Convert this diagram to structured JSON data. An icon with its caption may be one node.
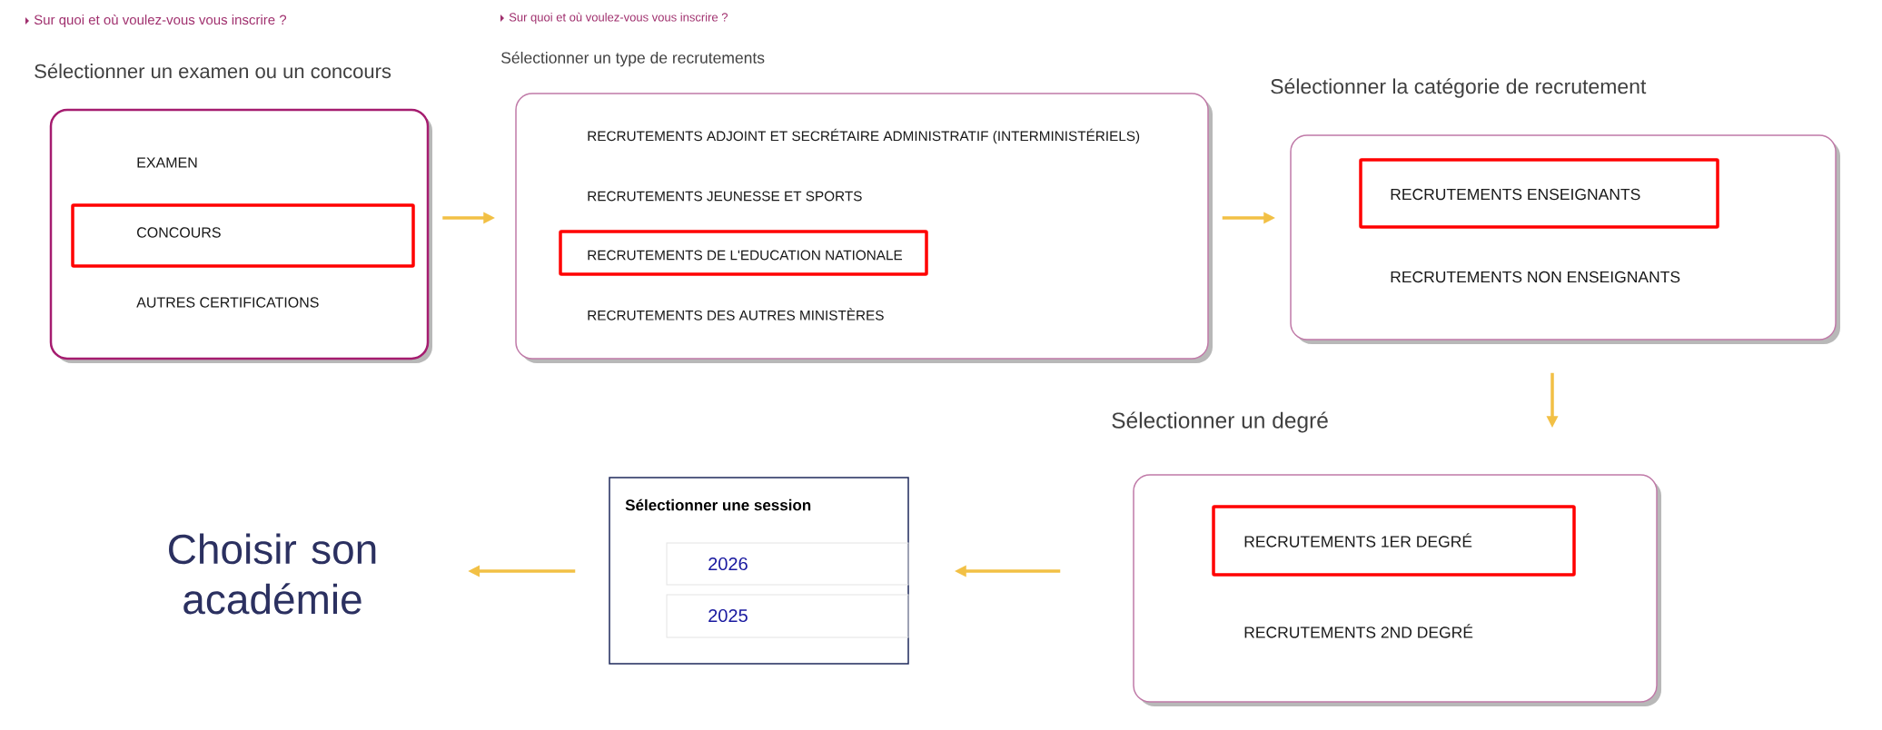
{
  "diagram": {
    "nodes": [
      {
        "text": [
          "Sélectionner un examen ou un concours"
        ]
      },
      {
        "text": [
          "EXAMEN"
        ],
        "in": 0
      },
      {
        "text": [
          "CONCOURS"
        ],
        "in": 0
      },
      {
        "text": [
          "AUTRES CERTIFICATIONS"
        ],
        "in": 0
      },
      {
        "text": [
          "Sélectionner un type de recrutements"
        ]
      },
      {
        "text": [
          "RECRUTEMENTS ADJOINT ET SECRÉTAIRE ADMINISTRATIF (INTERMINISTÉRIELS)"
        ],
        "in": 4
      },
      {
        "text": [
          "RECRUTEMENTS JEUNESSE ET SPORTS"
        ],
        "in": 4
      },
      {
        "text": [
          "RECRUTEMENTS DE L'EDUCATION NATIONALE"
        ],
        "in": 4
      },
      {
        "text": [
          "RECRUTEMENTS DES AUTRES MINISTÈRES"
        ],
        "in": 4
      },
      {
        "text": [
          "Sélectionner la catégorie de recrutement"
        ]
      },
      {
        "text": [
          "RECRUTEMENTS ENSEIGNANTS"
        ],
        "in": 9
      },
      {
        "text": [
          "RECRUTEMENTS NON ENSEIGNANTS"
        ],
        "in": 9
      },
      {
        "text": [
          "Sélectionner un degré"
        ]
      },
      {
        "text": [
          "RECRUTEMENTS 1ER DEGRÉ"
        ],
        "in": 12
      },
      {
        "text": [
          "RECRUTEMENTS 2ND DEGRÉ"
        ],
        "in": 12
      },
      {
        "text": [
          "Sélectionner une session"
        ]
      },
      {
        "text": [
          "2026"
        ],
        "in": 15
      },
      {
        "text": [
          "2025"
        ],
        "in": 15
      },
      {
        "text": [
          "Choisir son académie"
        ]
      }
    ],
    "edges": [
      {
        "from": 0,
        "to": 4,
        "arrow": "to"
      },
      {
        "from": 4,
        "to": 9,
        "arrow": "to"
      },
      {
        "from": 9,
        "to": 12,
        "arrow": "to"
      },
      {
        "from": 12,
        "to": 15,
        "arrow": "to"
      },
      {
        "from": 15,
        "to": 18,
        "arrow": "to"
      }
    ],
    "labels": [
      "Sur quoi et où voulez-vous vous inscrire ?",
      "Sur quoi et où voulez-vous vous inscrire ?"
    ]
  }
}
